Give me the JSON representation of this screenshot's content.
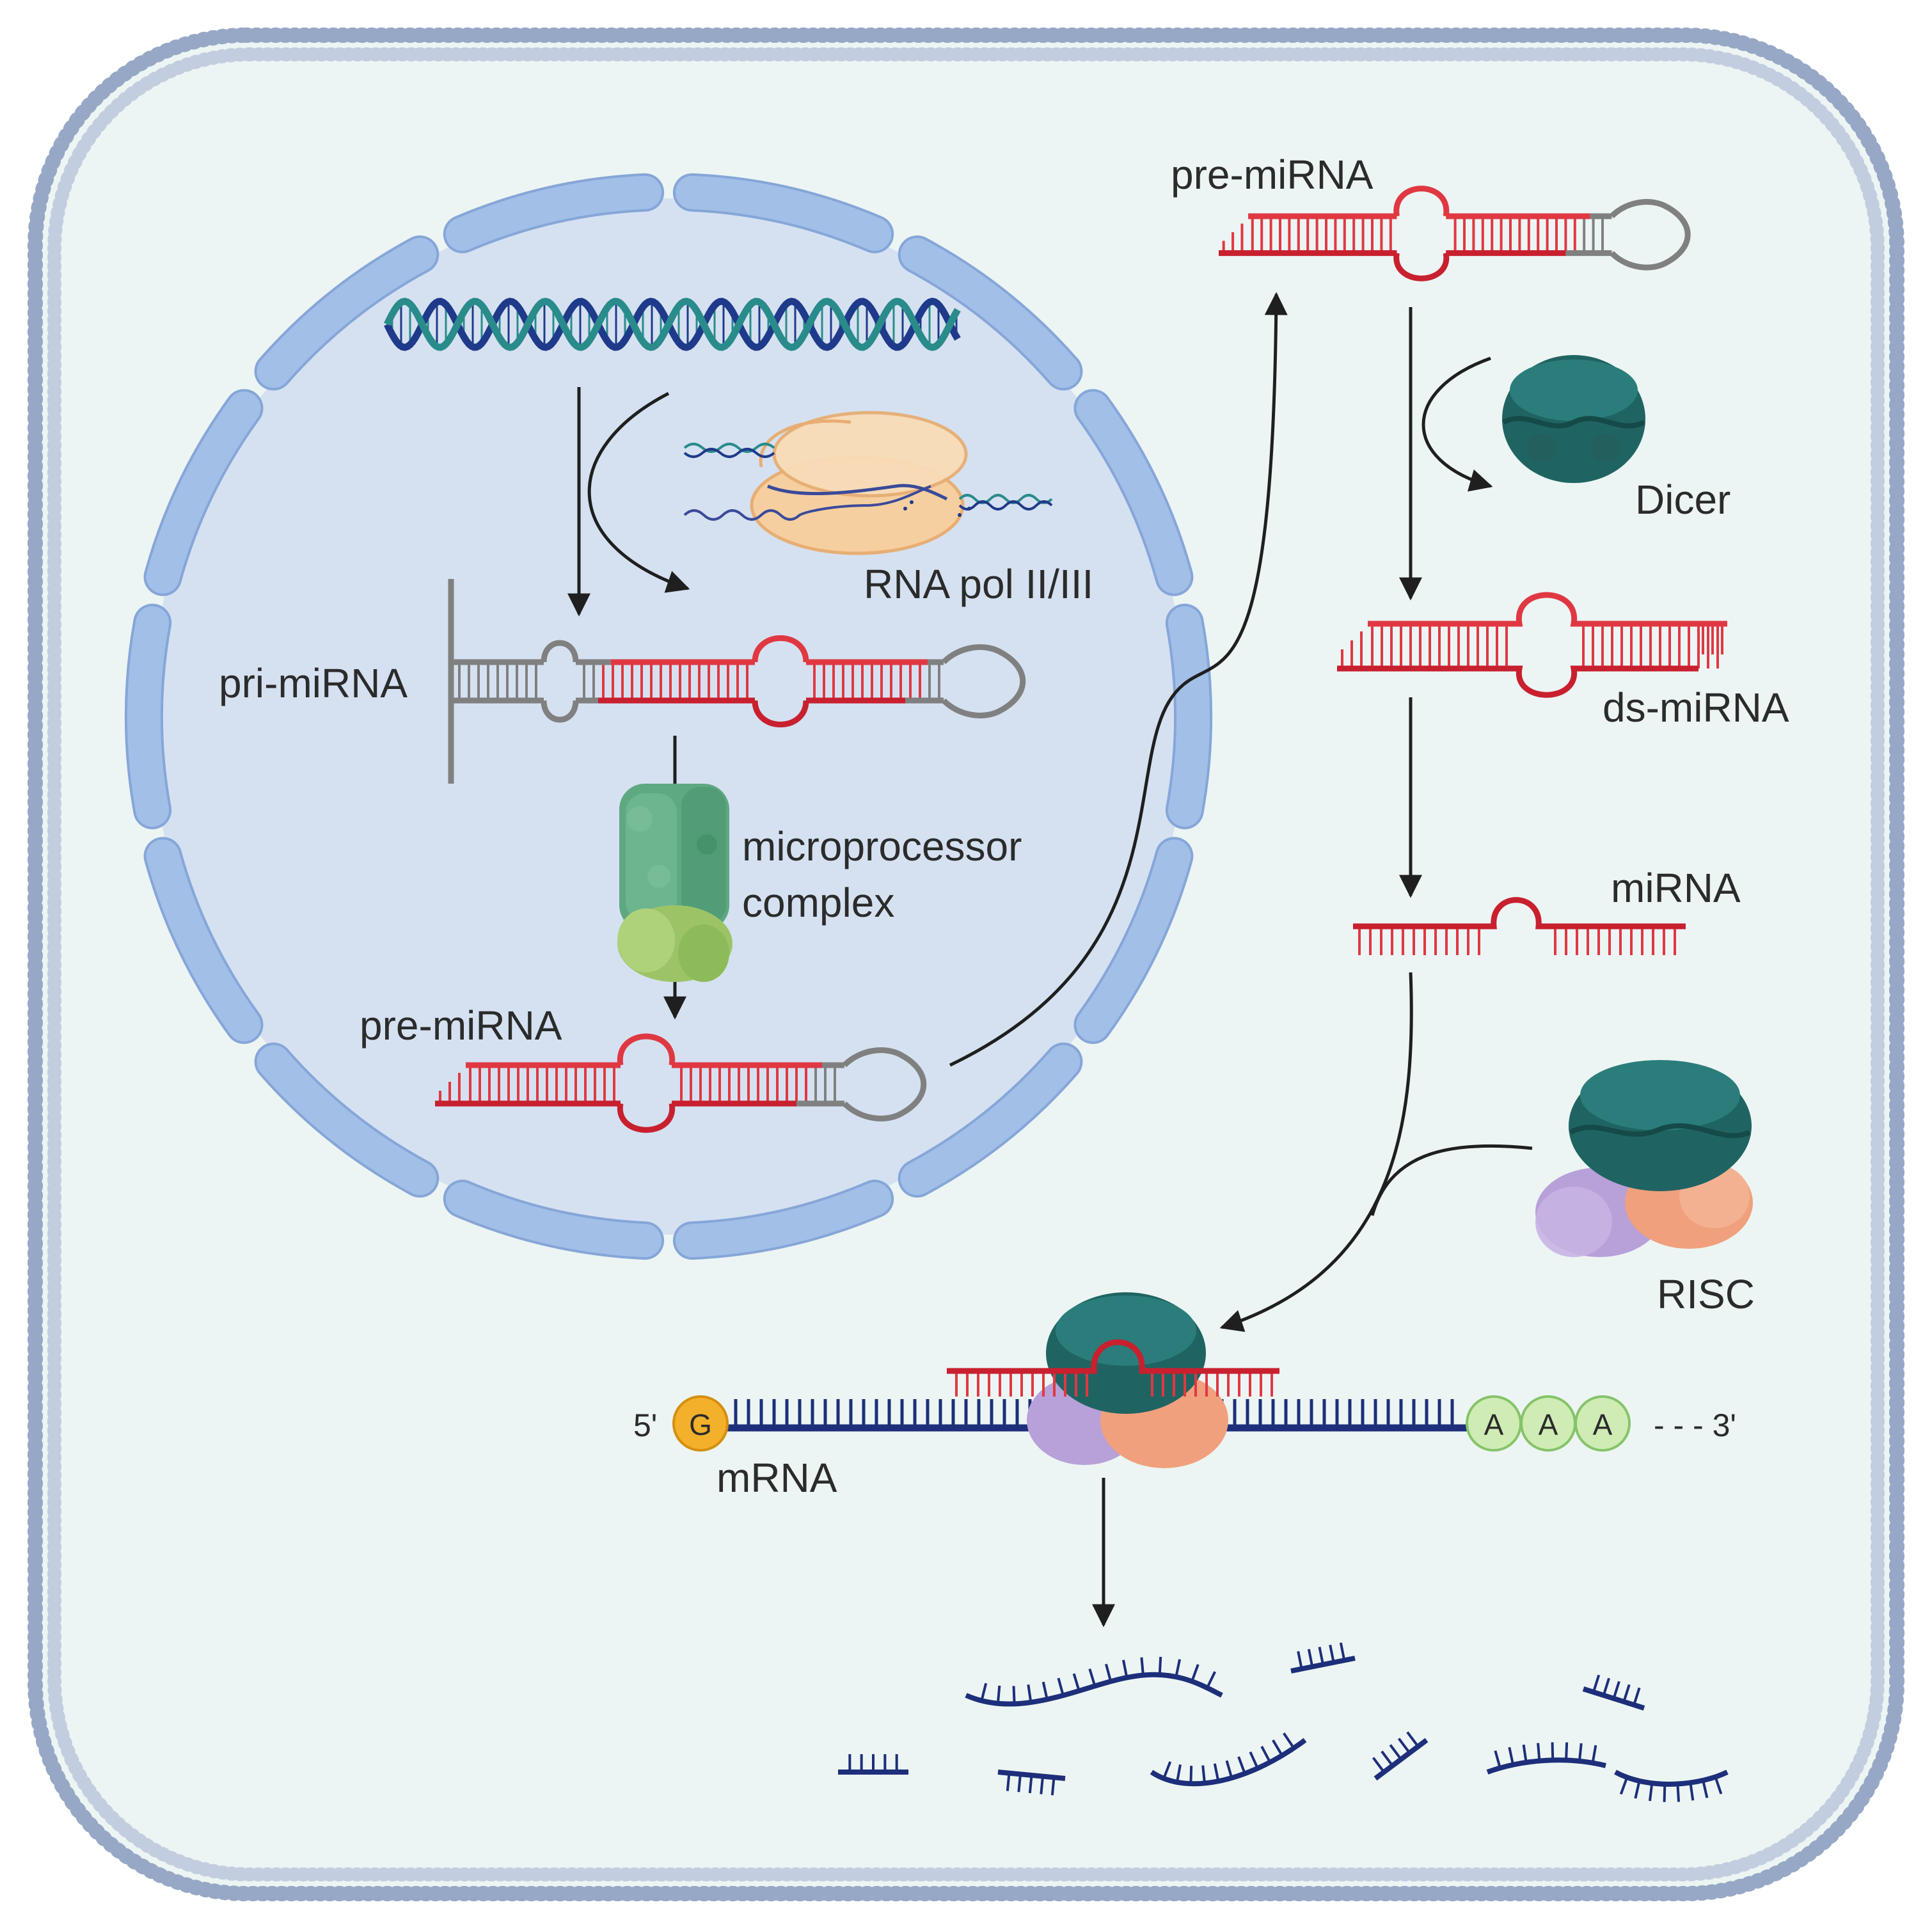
{
  "labels": {
    "rna_pol": "RNA pol II/III",
    "pri_mirna": "pri-miRNA",
    "microprocessor_line1": "microprocessor",
    "microprocessor_line2": "complex",
    "pre_mirna_nucleus": "pre-miRNA",
    "pre_mirna_cytoplasm": "pre-miRNA",
    "dicer": "Dicer",
    "ds_mirna": "ds-miRNA",
    "mirna": "miRNA",
    "risc": "RISC",
    "mrna": "mRNA",
    "five_prime": "5'",
    "three_prime": "- - - 3'",
    "cap_letter": "G",
    "polyA": [
      "A",
      "A",
      "A"
    ]
  },
  "colors": {
    "cell_fill": "#ecf5f3",
    "membrane": "#97a8c6",
    "nucleus_fill": "#d5e1f1",
    "envelope": "#a2bfe8",
    "envelope_edge": "#86a6d8",
    "rna_red": "#c8202e",
    "rna_red_light": "#e03842",
    "rna_grey": "#808080",
    "dna_navy": "#1f3a8a",
    "dna_teal": "#2a8b8b",
    "mrna_navy": "#1d2f7a",
    "dicer_teal": "#1f6462",
    "microprocessor_green": "#5ea882",
    "microprocessor_lime": "#9cc467",
    "risc_purple": "#b8a0d8",
    "risc_salmon": "#f0a07c",
    "rnapol_peach": "#f6cfa0",
    "cap_orange": "#f3b02a",
    "polyA_green": "#cfecb5",
    "arrow": "#1f1f1f"
  },
  "icons": [
    "dna-helix-icon",
    "rna-polymerase-icon",
    "microprocessor-complex-icon",
    "dicer-icon",
    "risc-complex-icon"
  ]
}
